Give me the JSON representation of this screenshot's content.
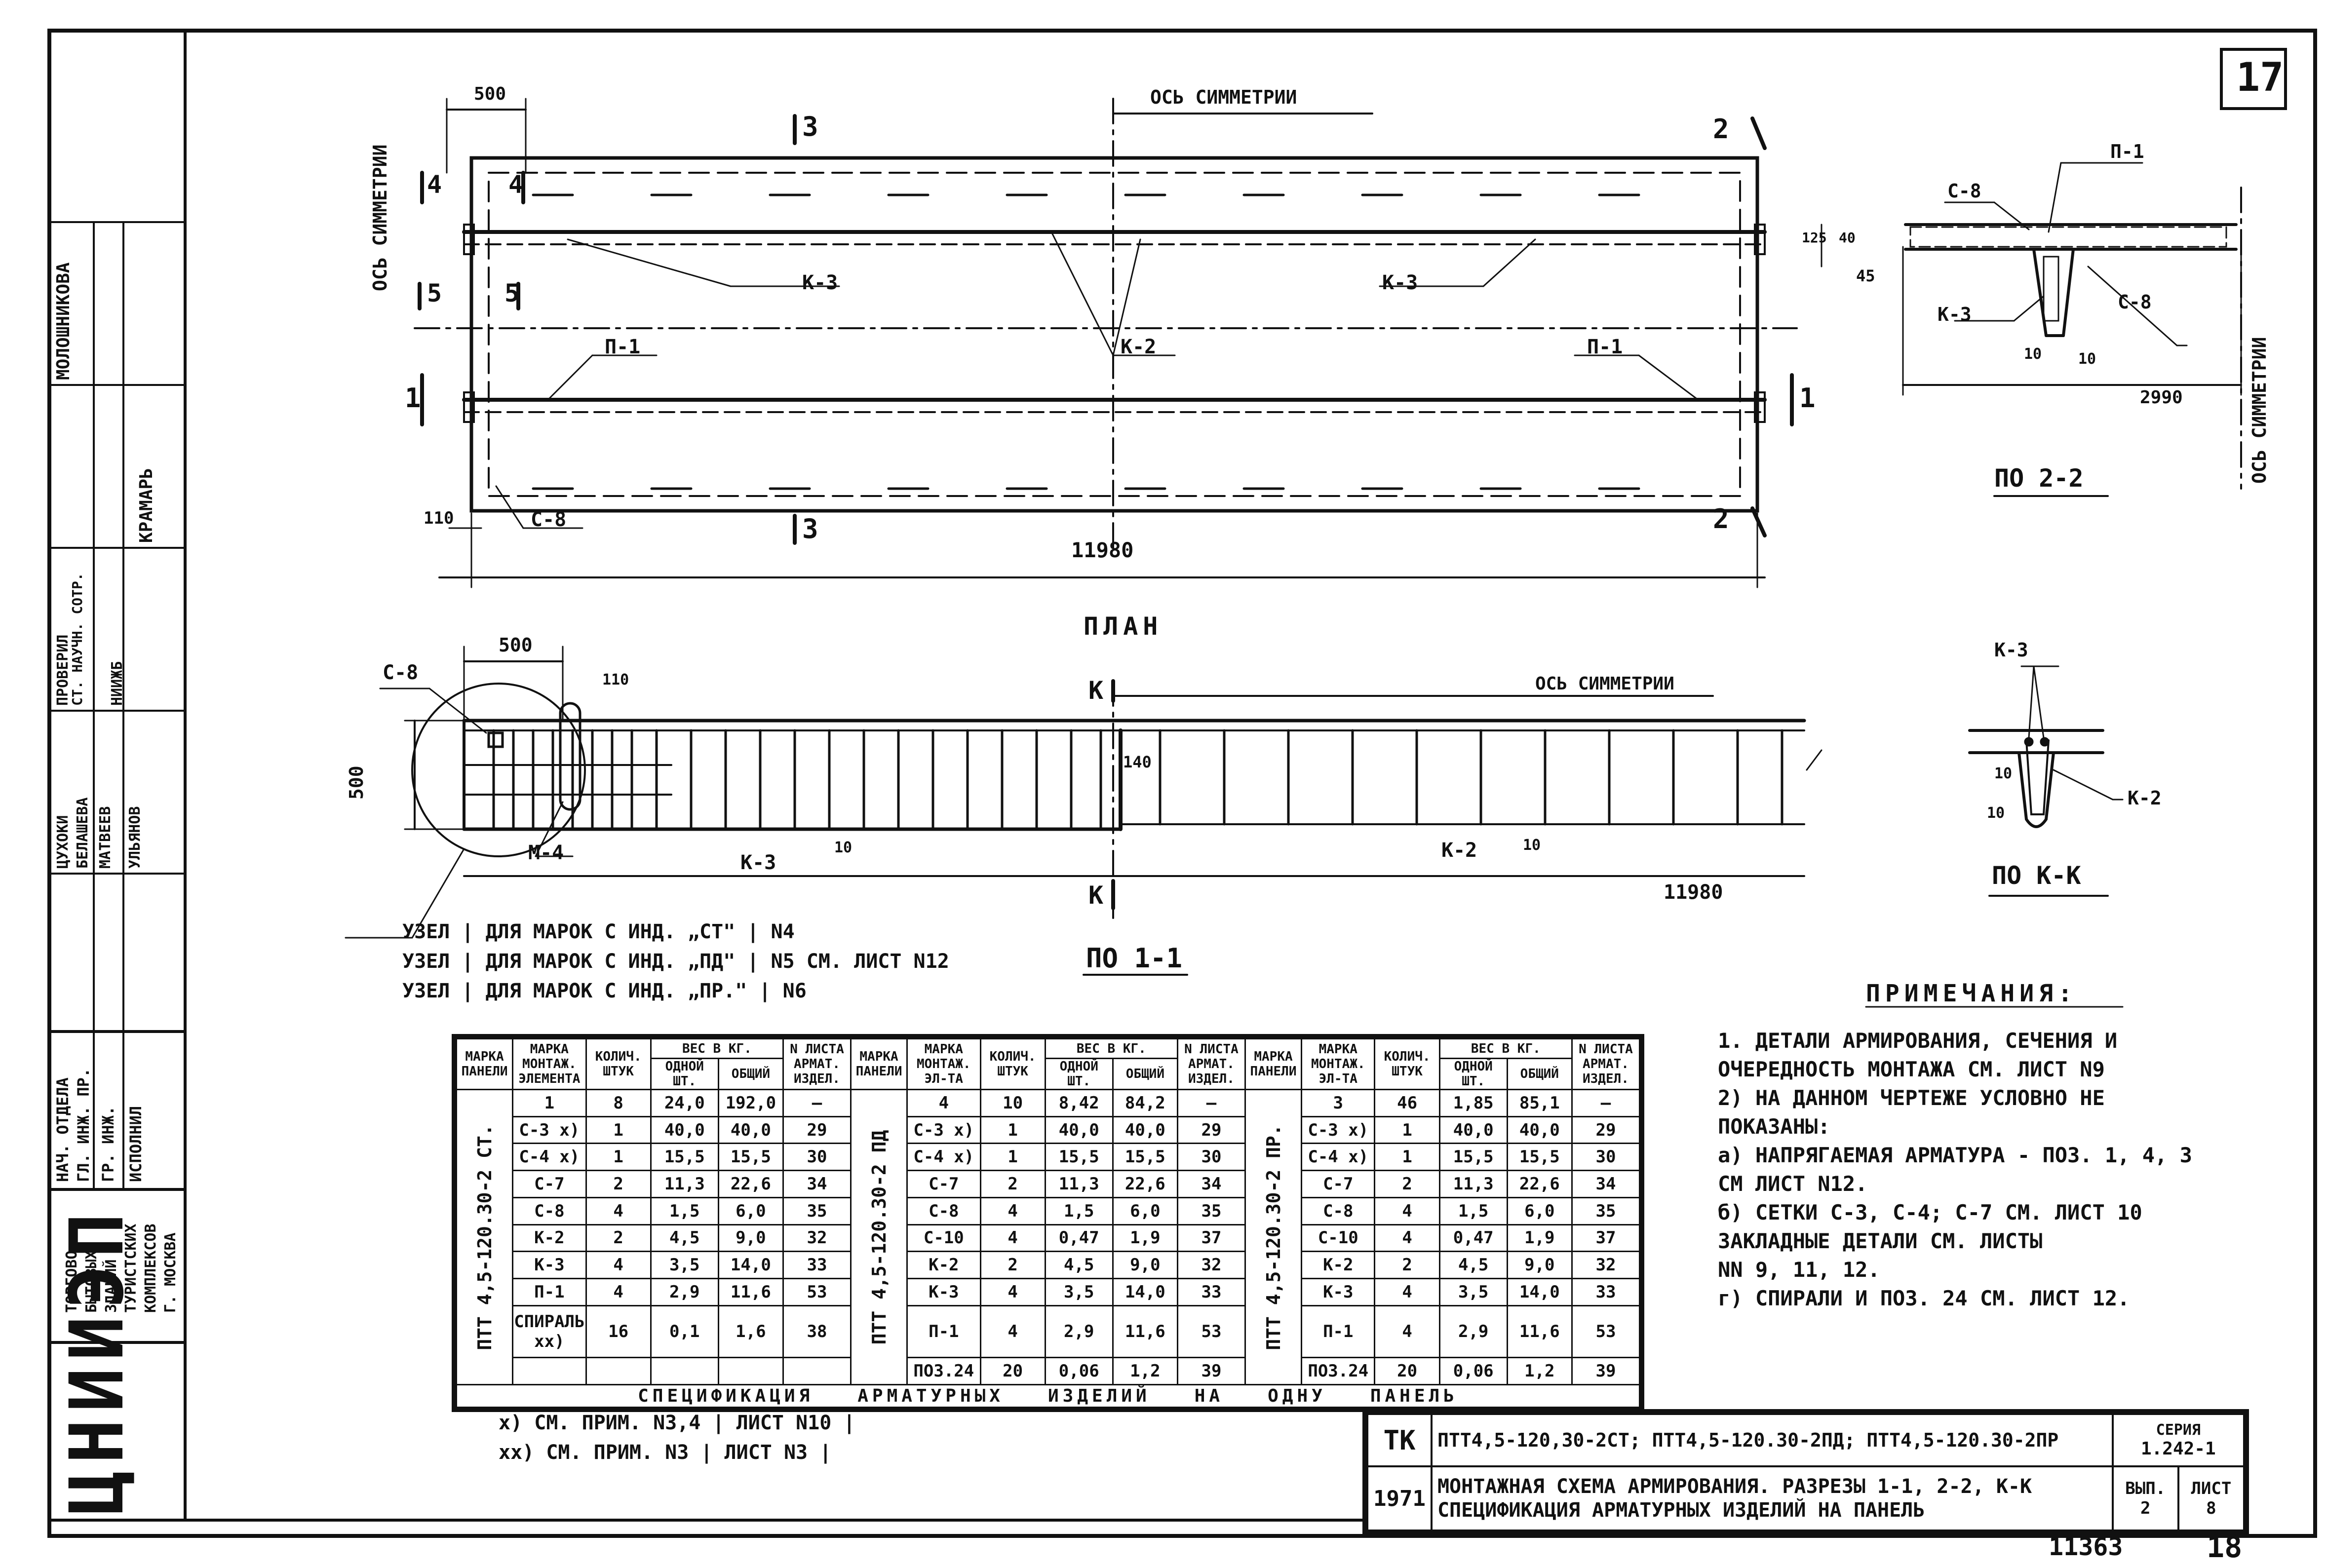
{
  "sheet_number": "17",
  "page_number_bottom": "18",
  "inventory_number": "11363",
  "org_logo": "ЦНИИЭП",
  "org_name": [
    "ТОРГОВО-",
    "БЫТОВЫХ",
    "ЗДАНИЙ И",
    "ТУРИСТСКИХ",
    "КОМПЛЕКСОВ",
    "Г. МОСКВА"
  ],
  "staff": [
    {
      "role": "НАЧ. ОТДЕЛА",
      "name": "МОЛОШНИКОВА"
    },
    {
      "role": "ГЛ. ИНЖ. ПР.",
      "name": "КРАМАРЬ"
    },
    {
      "role": "ГР. ИНЖ.",
      "name": ""
    },
    {
      "role": "ИСПОЛНИЛ",
      "name": ""
    }
  ],
  "staff_right": [
    {
      "role": "ПРОВЕРИЛ",
      "name": "СТ. НАУЧН. СОТР."
    },
    {
      "role": "",
      "name": "НИИЖБ"
    },
    {
      "role": "",
      "name": "ЦУХОКИ"
    },
    {
      "role": "",
      "name": "БЕЛАШЕВА"
    },
    {
      "role": "",
      "name": "МАТВЕЕВ"
    },
    {
      "role": "",
      "name": "УЛЬЯНОВ"
    }
  ],
  "plan": {
    "axis_label": "ОСЬ СИММЕТРИИ",
    "title": "ПЛАН",
    "dim_top": "500",
    "dim_total": "11980",
    "dim_left": "110",
    "labels": {
      "k3a": "К-3",
      "k3b": "К-3",
      "k2": "К-2",
      "p1a": "П-1",
      "p1b": "П-1",
      "c8": "С-8"
    },
    "section_marks": {
      "s3top": "3",
      "s3bot": "3",
      "s2top": "2",
      "s2bot": "2",
      "s1l": "1",
      "s1r": "1",
      "s4a": "4",
      "s4b": "4",
      "s5a": "5",
      "s5b": "5"
    }
  },
  "section22": {
    "title": "ПО 2-2",
    "labels": {
      "c8a": "С-8",
      "c8b": "С-8",
      "p1": "П-1",
      "k3": "К-3"
    },
    "dims": {
      "d125": "125",
      "d40": "40",
      "d45": "45",
      "d10a": "10",
      "d10b": "10",
      "d2990": "2990"
    },
    "axis_label": "ОСЬ СИММЕТРИИ"
  },
  "section11": {
    "title": "ПО 1-1",
    "axis_label": "ОСЬ СИММЕТРИИ",
    "labels": {
      "c8": "С-8",
      "m4": "М-4",
      "k3": "К-3",
      "k2": "К-2",
      "kk_top": "К",
      "kk_bot": "К"
    },
    "dims": {
      "d500a": "500",
      "d500b": "500",
      "d110": "110",
      "d140": "140",
      "d10a": "10",
      "d10b": "10",
      "d11980": "11980"
    }
  },
  "sectionKK": {
    "title": "ПО К-К",
    "labels": {
      "k3": "К-3",
      "k2": "К-2"
    },
    "dims": {
      "d10a": "10",
      "d10b": "10"
    }
  },
  "nodes": [
    "УЗЕЛ | ДЛЯ МАРОК С ИНД. „СТ\" | N4",
    "УЗЕЛ | ДЛЯ МАРОК С ИНД. „ПД\" | N5 СМ. ЛИСТ N12",
    "УЗЕЛ | ДЛЯ МАРОК С ИНД. „ПР.\" | N6"
  ],
  "spec_table": {
    "headers": {
      "panel": "МАРКА ПАНЕЛИ",
      "element": "МАРКА МОНТАЖ. ЭЛЕМЕНТА",
      "element_short": "МАРКА МОНТАЖ. ЭЛ-ТА",
      "qty": "КОЛИЧ. ШТУК",
      "weight": "ВЕС В КГ.",
      "one": "ОДНОЙ ШТ.",
      "total": "ОБЩИЙ",
      "sheet": "N ЛИСТА АРМАТ. ИЗДЕЛ."
    },
    "groups": [
      {
        "panel": "ПТТ 4,5-120.30-2 СТ.",
        "rows": [
          [
            "1",
            "8",
            "24,0",
            "192,0",
            "—"
          ],
          [
            "С-3 х)",
            "1",
            "40,0",
            "40,0",
            "29"
          ],
          [
            "С-4 х)",
            "1",
            "15,5",
            "15,5",
            "30"
          ],
          [
            "С-7",
            "2",
            "11,3",
            "22,6",
            "34"
          ],
          [
            "С-8",
            "4",
            "1,5",
            "6,0",
            "35"
          ],
          [
            "К-2",
            "2",
            "4,5",
            "9,0",
            "32"
          ],
          [
            "К-3",
            "4",
            "3,5",
            "14,0",
            "33"
          ],
          [
            "П-1",
            "4",
            "2,9",
            "11,6",
            "53"
          ],
          [
            "СПИРАЛЬ хх)",
            "16",
            "0,1",
            "1,6",
            "38"
          ]
        ]
      },
      {
        "panel": "ПТТ 4,5-120.30-2 ПД",
        "rows": [
          [
            "4",
            "10",
            "8,42",
            "84,2",
            "—"
          ],
          [
            "С-3 х)",
            "1",
            "40,0",
            "40,0",
            "29"
          ],
          [
            "С-4 х)",
            "1",
            "15,5",
            "15,5",
            "30"
          ],
          [
            "С-7",
            "2",
            "11,3",
            "22,6",
            "34"
          ],
          [
            "С-8",
            "4",
            "1,5",
            "6,0",
            "35"
          ],
          [
            "С-10",
            "4",
            "0,47",
            "1,9",
            "37"
          ],
          [
            "К-2",
            "2",
            "4,5",
            "9,0",
            "32"
          ],
          [
            "К-3",
            "4",
            "3,5",
            "14,0",
            "33"
          ],
          [
            "П-1",
            "4",
            "2,9",
            "11,6",
            "53"
          ],
          [
            "ПОЗ.24",
            "20",
            "0,06",
            "1,2",
            "39"
          ]
        ]
      },
      {
        "panel": "ПТТ 4,5-120.30-2 ПР.",
        "rows": [
          [
            "3",
            "46",
            "1,85",
            "85,1",
            "—"
          ],
          [
            "С-3 х)",
            "1",
            "40,0",
            "40,0",
            "29"
          ],
          [
            "С-4 х)",
            "1",
            "15,5",
            "15,5",
            "30"
          ],
          [
            "С-7",
            "2",
            "11,3",
            "22,6",
            "34"
          ],
          [
            "С-8",
            "4",
            "1,5",
            "6,0",
            "35"
          ],
          [
            "С-10",
            "4",
            "0,47",
            "1,9",
            "37"
          ],
          [
            "К-2",
            "2",
            "4,5",
            "9,0",
            "32"
          ],
          [
            "К-3",
            "4",
            "3,5",
            "14,0",
            "33"
          ],
          [
            "П-1",
            "4",
            "2,9",
            "11,6",
            "53"
          ],
          [
            "ПОЗ.24",
            "20",
            "0,06",
            "1,2",
            "39"
          ]
        ]
      }
    ],
    "caption": "СПЕЦИФИКАЦИЯ   АРМАТУРНЫХ   ИЗДЕЛИЙ   НА   ОДНУ   ПАНЕЛЬ"
  },
  "footnotes": [
    "х) СМ. ПРИМ. N3,4 | ЛИСТ N10 |",
    "хх) СМ. ПРИМ. N3 | ЛИСТ N3 |"
  ],
  "notes": {
    "title": "ПРИМЕЧАНИЯ:",
    "lines": [
      "1. ДЕТАЛИ АРМИРОВАНИЯ, СЕЧЕНИЯ И",
      "   ОЧЕРЕДНОСТЬ МОНТАЖА СМ. ЛИСТ N9",
      "2) НА ДАННОМ ЧЕРТЕЖЕ УСЛОВНО НЕ",
      "   ПОКАЗАНЫ:",
      "   а) НАПРЯГАЕМАЯ АРМАТУРА - ПОЗ. 1, 4, 3",
      "      СМ ЛИСТ N12.",
      "   б) СЕТКИ С-3, С-4; С-7 СМ. ЛИСТ 10",
      "   ЗАКЛАДНЫЕ ДЕТАЛИ СМ. ЛИСТЫ",
      "      NN 9, 11, 12.",
      "   г) СПИРАЛИ И ПОЗ. 24 СМ. ЛИСТ 12."
    ]
  },
  "title_block": {
    "code": "ТК",
    "year": "1971",
    "marks": "ПТТ4,5-120,30-2СТ; ПТТ4,5-120.30-2ПД; ПТТ4,5-120.30-2ПР",
    "series_label": "СЕРИЯ",
    "series": "1.242-1",
    "desc1": "МОНТАЖНАЯ СХЕМА АРМИРОВАНИЯ. РАЗРЕЗЫ 1-1, 2-2, К-К",
    "desc2": "СПЕЦИФИКАЦИЯ АРМАТУРНЫХ ИЗДЕЛИЙ НА ПАНЕЛЬ",
    "vyp_label": "ВЫП.",
    "vyp": "2",
    "list_label": "ЛИСТ",
    "list": "8"
  }
}
